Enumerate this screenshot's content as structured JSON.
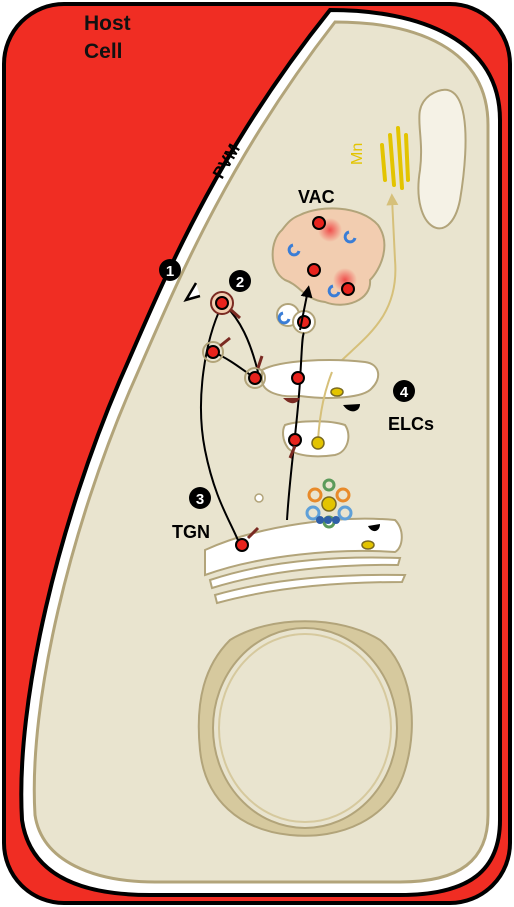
{
  "labels": {
    "host_line1": "Host",
    "host_line2": "Cell",
    "pvm": "PVM",
    "vac": "VAC",
    "elcs": "ELCs",
    "tgn": "TGN",
    "mn": "Mn"
  },
  "steps": [
    "1",
    "2",
    "3",
    "4"
  ],
  "colors": {
    "host_cell": "#f02d23",
    "parasite_cytoplasm": "#e9e4cf",
    "parasite_outline": "#b2a47a",
    "vac": "#f2cdb0",
    "cargo": "#e8231d",
    "receptor": "#7a2a22",
    "micronemes": "#e3c400",
    "golgi": "#ffffff",
    "nucleus": "#d6c99e"
  },
  "icons": [
    "arrow-head-icon",
    "step-badge-icon"
  ]
}
